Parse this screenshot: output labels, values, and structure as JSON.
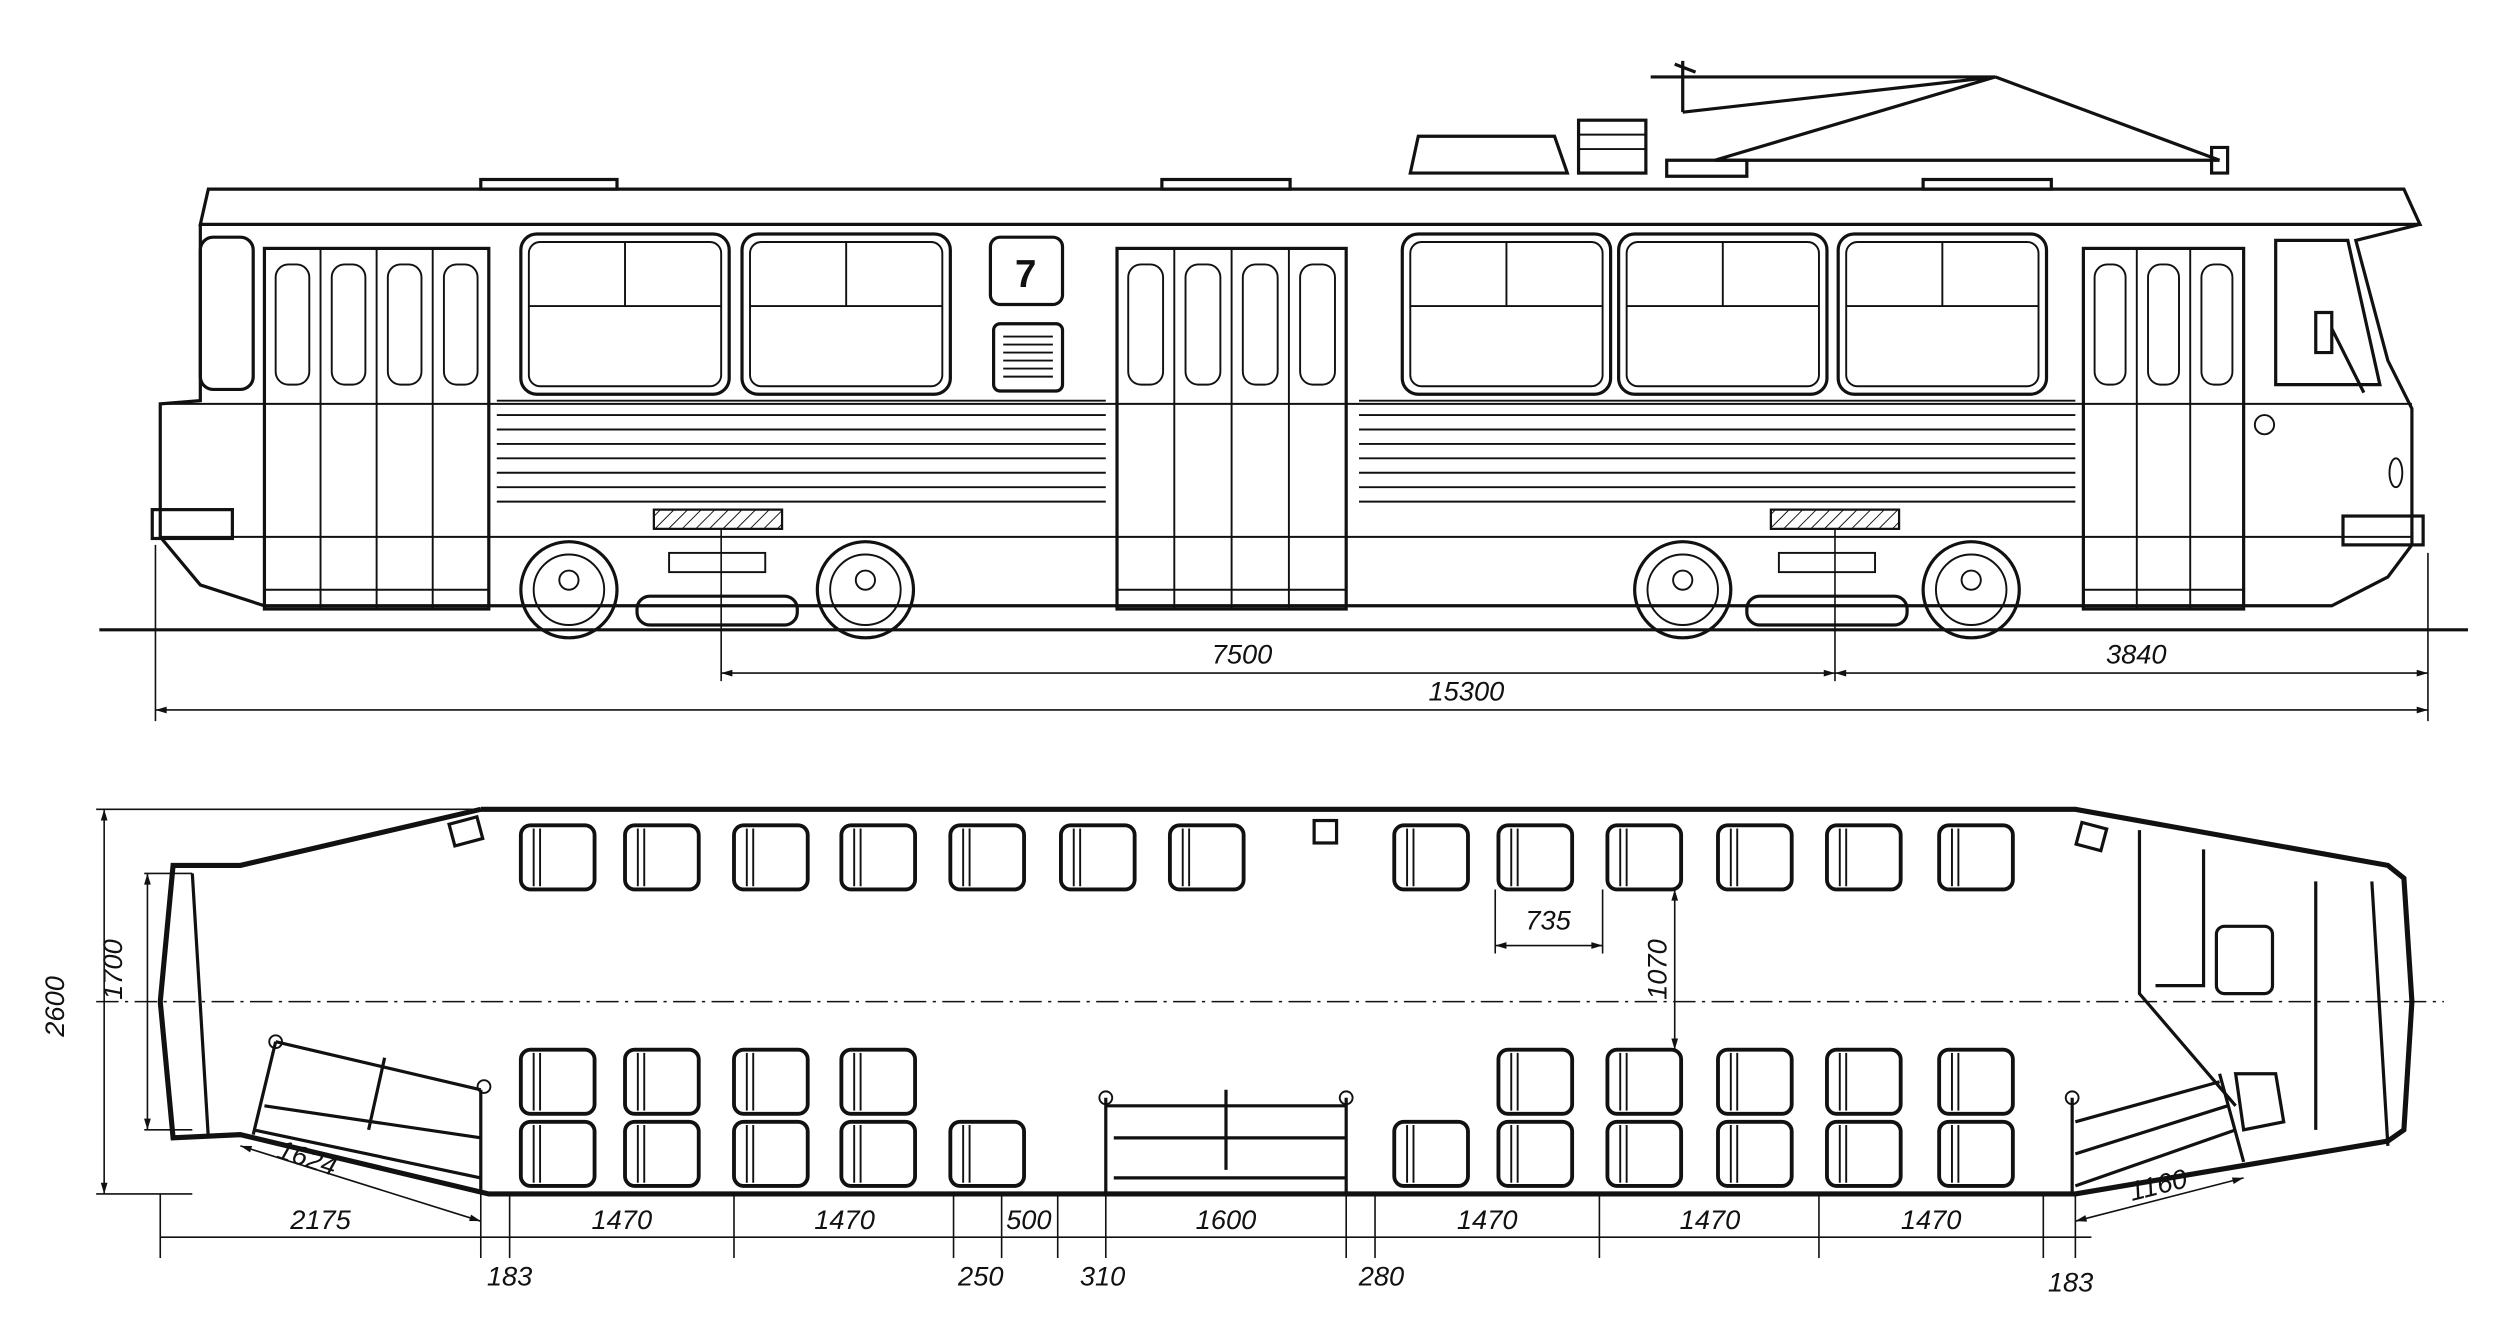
{
  "side_view": {
    "route_number": "7",
    "dimensions": {
      "bogie_spacing": "7500",
      "front_overhang": "3840",
      "overall_length": "15300"
    }
  },
  "plan_view": {
    "dimensions": {
      "overall_width": "2600",
      "cab_width": "1700",
      "seat_pitch": "735",
      "aisle_to_seat": "1070",
      "door_step_diagonal": "1624",
      "front_door_diagonal": "1160",
      "bottom_row": [
        "2175",
        "1470",
        "1470",
        "500",
        "1600",
        "1470",
        "1470",
        "1470"
      ],
      "bottom_small": [
        "183",
        "250",
        "310",
        "280",
        "183"
      ]
    }
  }
}
